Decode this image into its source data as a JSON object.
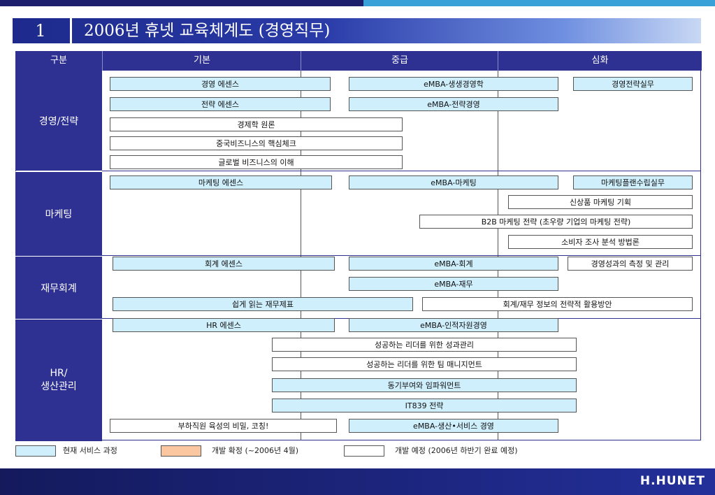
{
  "title": {
    "number": "1",
    "text": "2006년 휴넷 교육체계도 (경영직무)"
  },
  "header": {
    "category": "구분",
    "basic": "기본",
    "intermediate": "중급",
    "advanced": "심화"
  },
  "sections": {
    "strategy": {
      "label": "경영/전략",
      "items": [
        "경영 에센스",
        "eMBA-생생경영학",
        "경영전략실무",
        "전략 에센스",
        "eMBA-전략경영",
        "경제학 원론",
        "중국비즈니스의 핵심체크",
        "글로벌 비즈니스의 이해"
      ]
    },
    "marketing": {
      "label": "마케팅",
      "items": [
        "마케팅 에센스",
        "eMBA-마케팅",
        "마케팅플랜수립실무",
        "신상품 마케팅 기획",
        "B2B 마케팅 전략 (초우량 기업의 마케팅 전략)",
        "소비자 조사 분석 방법론"
      ]
    },
    "finance": {
      "label": "재무회계",
      "items": [
        "회계 에센스",
        "eMBA-회계",
        "경영성과의 측정 및 관리",
        "eMBA-재무",
        "쉽게 읽는 재무제표",
        "회계/재무 정보의 전략적 활용방안"
      ]
    },
    "hr": {
      "label": "HR/\n생산관리",
      "items": [
        "HR 에센스",
        "eMBA-인적자원경영",
        "성공하는 리더를 위한 성과관리",
        "성공하는 리더를 위한 팀 매니지먼트",
        "동기부여와 임파워먼트",
        "IT839 전략",
        "부하직원 육성의 비밀, 코칭!",
        "eMBA-생산•서비스 경영"
      ]
    }
  },
  "legend": {
    "current": "현재 서비스 과정",
    "confirmed": "개발 확정 (~2006년 4월)",
    "planned": "개발 예정 (2006년 하반기 완료 예정)"
  },
  "logo": "H.HUNET",
  "colors": {
    "navy": "#2e3192",
    "current": "#cfeffc",
    "confirmed": "#fbc7a0",
    "planned": "#ffffff"
  }
}
